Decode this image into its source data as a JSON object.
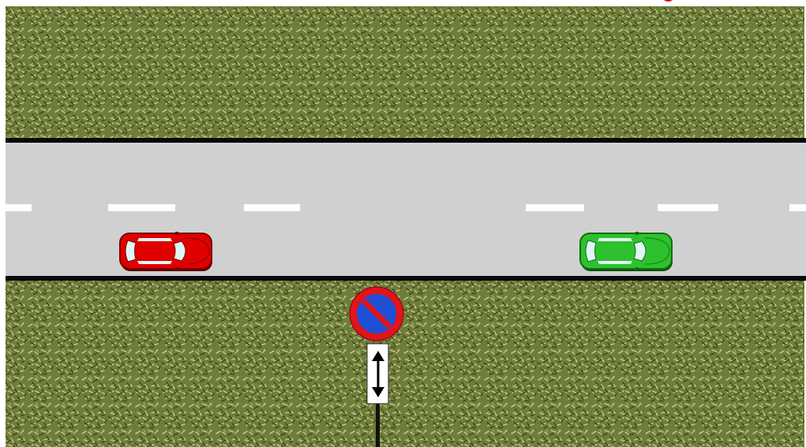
{
  "scene": {
    "colors": {
      "grass_base": "#6f7d3a",
      "grass_dark": "#3f4a1f",
      "grass_light": "#c8cf90",
      "road": "#d0d0d0",
      "road_edge": "#0a0a0a",
      "lane_marking": "#ffffff",
      "border": "#ffffff"
    },
    "vehicles": [
      {
        "name": "red-car",
        "color": "#e00000",
        "color_dark": "#a00000"
      },
      {
        "name": "green-car",
        "color": "#2dc22d",
        "color_dark": "#1c8f1c"
      }
    ],
    "sign": {
      "type": "no-parking",
      "ring_color": "#e1141c",
      "fill_color": "#1e4fd6",
      "plate_color": "#ffffff",
      "arrow": "double-vertical-arrow"
    }
  }
}
